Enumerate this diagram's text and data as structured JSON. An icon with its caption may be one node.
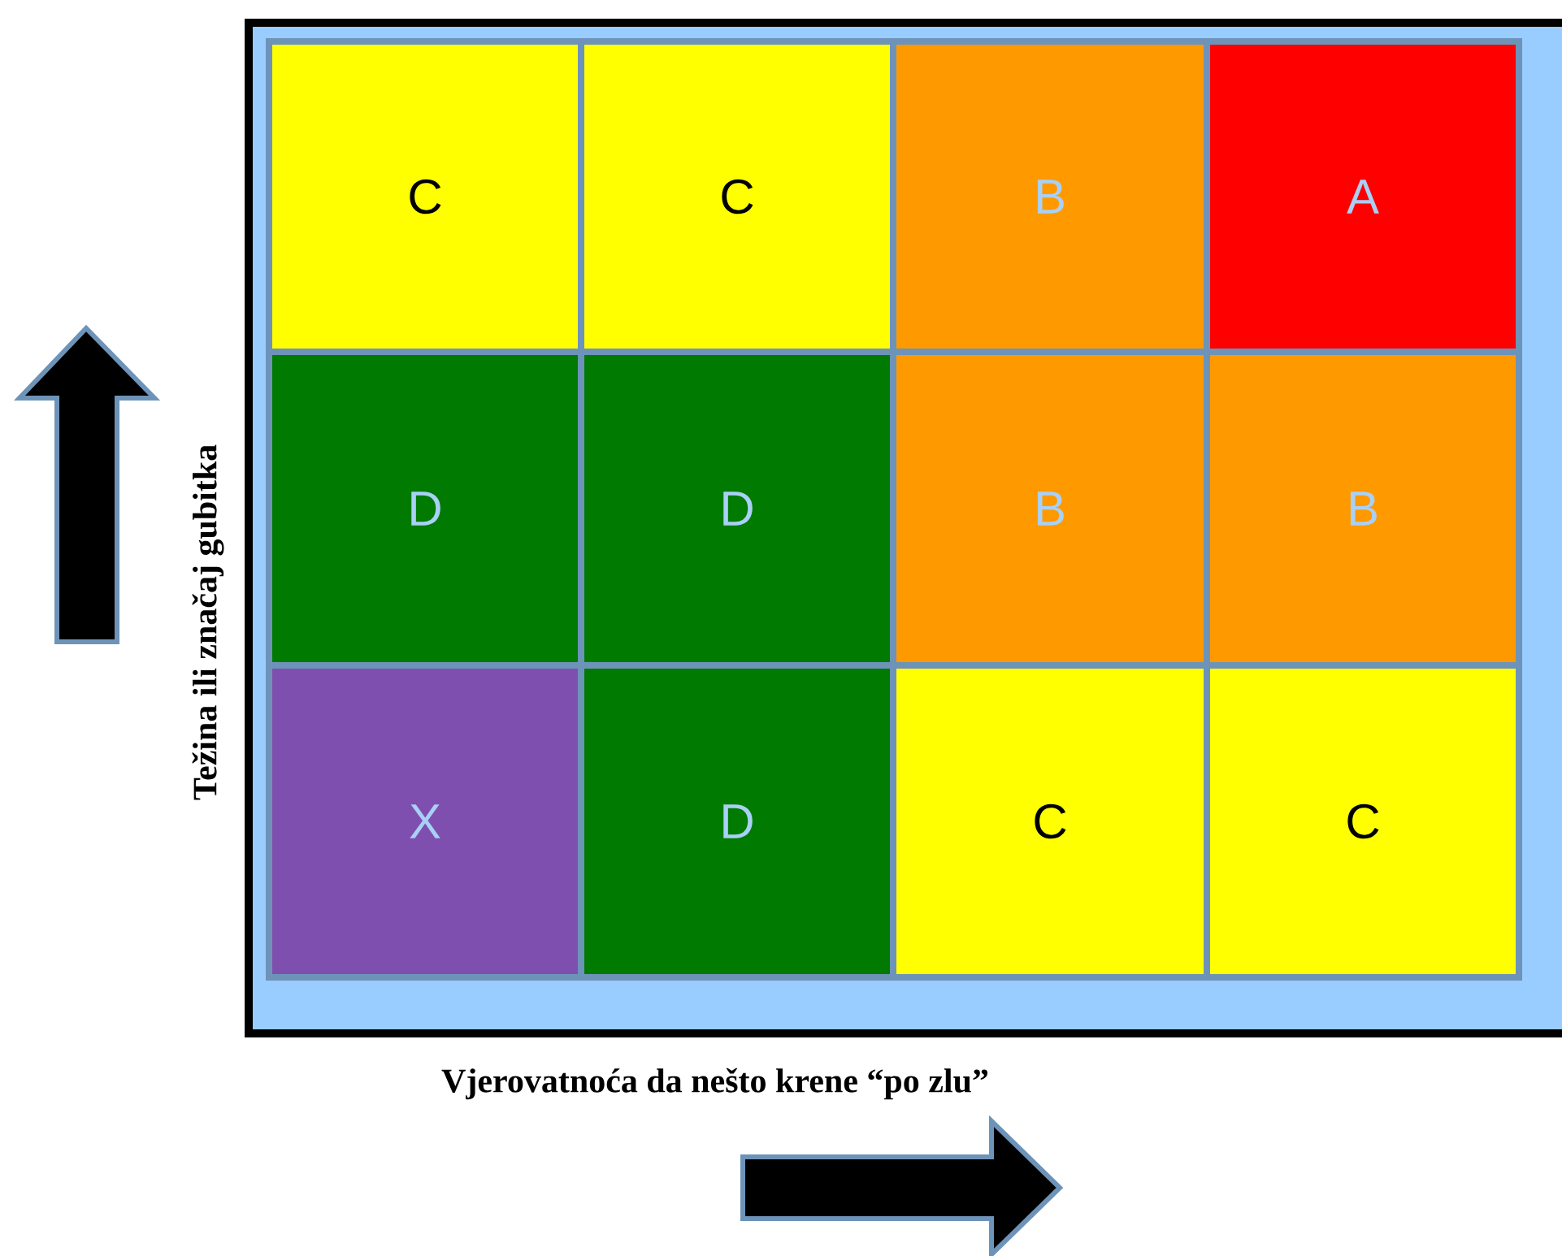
{
  "diagram": {
    "nodes": [
      {
        "text": [],
        "shape": "box"
      },
      {
        "text": [
          "C"
        ],
        "in": 0
      },
      {
        "text": [
          "C"
        ],
        "in": 0
      },
      {
        "text": [
          "B"
        ],
        "in": 0
      },
      {
        "text": [
          "A"
        ],
        "in": 0
      },
      {
        "text": [
          "D"
        ],
        "in": 0
      },
      {
        "text": [
          "D"
        ],
        "in": 0
      },
      {
        "text": [
          "B"
        ],
        "in": 0
      },
      {
        "text": [
          "B"
        ],
        "in": 0
      },
      {
        "text": [
          "X"
        ],
        "in": 0
      },
      {
        "text": [
          "D"
        ],
        "in": 0
      },
      {
        "text": [
          "C"
        ],
        "in": 0
      },
      {
        "text": [
          "C"
        ],
        "in": 0
      }
    ],
    "labels": [
      "Težina ili značaj gubitka",
      "Vjerovatnoća da nešto krene “po zlu”"
    ]
  }
}
